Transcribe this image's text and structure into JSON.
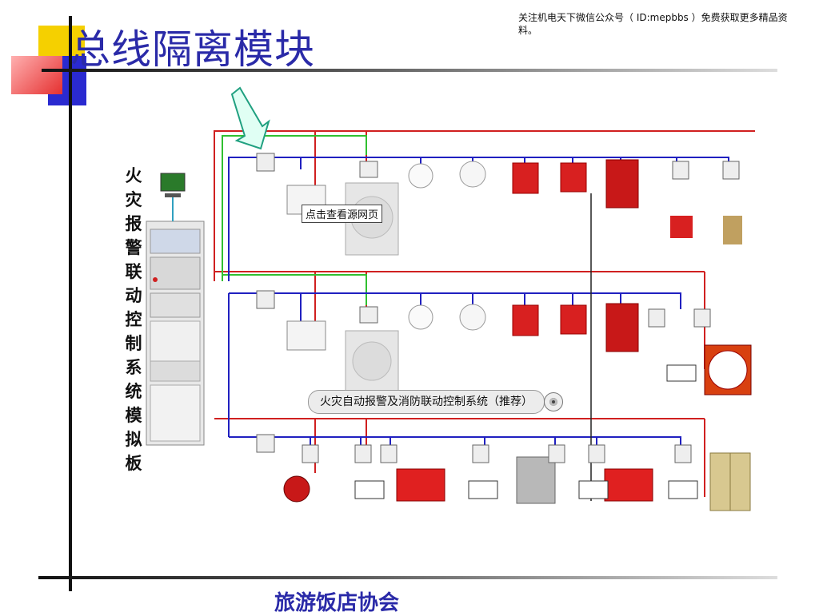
{
  "slide": {
    "title": "总线隔离模块",
    "watermark": "关注机电天下微信公众号（ ID:mepbbs ）免费获取更多精品资料。",
    "footer": "旅游饭店协会",
    "accent_colors": {
      "yellow": "#f5d000",
      "red": "#e53030",
      "blue": "#2a2ad0",
      "title": "#2a2aa8"
    }
  },
  "diagram": {
    "vertical_title": "火灾报警联动控制系统模拟板",
    "tooltip": "点击查看源网页",
    "caption": "火灾自动报警及消防联动控制系统（推荐）",
    "icons": [
      "arrow-icon",
      "monitor-icon",
      "cabinet-icon",
      "smoke-detector-icon",
      "heat-detector-icon",
      "manual-alarm-icon",
      "hydrant-button-icon",
      "sound-light-alarm-icon",
      "speaker-icon",
      "fan-icon",
      "pump-icon",
      "valve-icon",
      "elevator-icon",
      "damper-icon",
      "module-icon"
    ]
  }
}
